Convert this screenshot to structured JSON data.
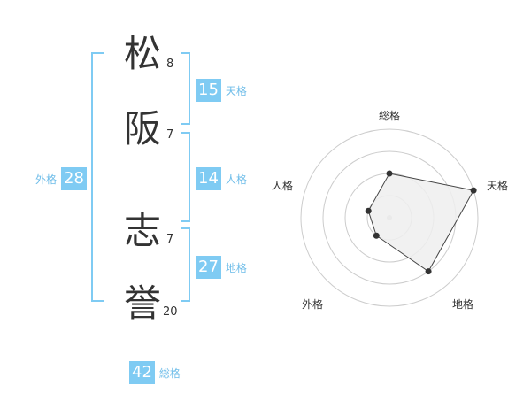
{
  "name_characters": [
    {
      "char": "松",
      "strokes": "8"
    },
    {
      "char": "阪",
      "strokes": "7"
    },
    {
      "char": "志",
      "strokes": "7"
    },
    {
      "char": "誉",
      "strokes": "20"
    }
  ],
  "fortune_values": {
    "tenkaku": {
      "value": "15",
      "label": "天格"
    },
    "jinkaku": {
      "value": "14",
      "label": "人格"
    },
    "chikaku": {
      "value": "27",
      "label": "地格"
    },
    "gaikaku": {
      "value": "28",
      "label": "外格"
    },
    "soukaku": {
      "value": "42",
      "label": "総格"
    }
  },
  "radar": {
    "axes": [
      "総格",
      "天格",
      "地格",
      "外格",
      "人格"
    ],
    "levels": 4,
    "scores": [
      2,
      4,
      3,
      1,
      1
    ],
    "max": 4
  },
  "colors": {
    "accent": "#7fcbf3",
    "accent_text": "#6fbde9",
    "text": "#333333",
    "grid": "#cccccc",
    "polygon_fill": "#eeeeee"
  }
}
